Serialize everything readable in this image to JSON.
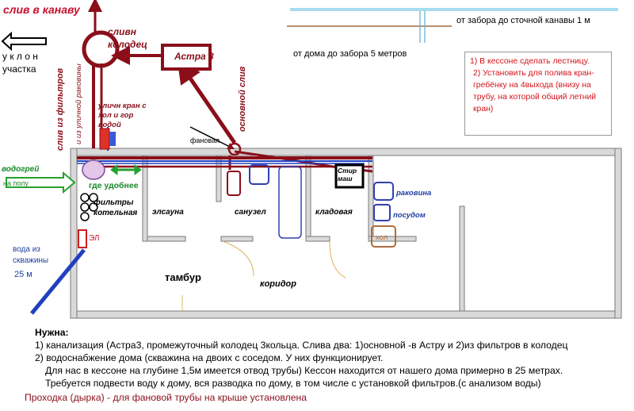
{
  "labels": {
    "sliv_v_kanavu": "слив в канаву",
    "sliv_kolodec": "сливн колодец",
    "astra": "Астра 3",
    "uklon": "у к л о н",
    "uchastka": "участка",
    "sliv_iz_filtrov": "слив из фильтров",
    "iz_ulichnoy": "и из уличной раковины",
    "ulichn_kran": "уличн кран с хол и гор водой",
    "osnovnoy_sliv": "основной слив",
    "fanovaya": "фановая",
    "vodogrey": "водогрей",
    "na_polu": "на полу",
    "gde_udobnee": "где удобнее",
    "filtry": "фильтры",
    "kotelnaya": "котельная",
    "elsauna": "элсауна",
    "sanuzel": "санузел",
    "kladovaya": "кладовая",
    "stir_mash": "Стир маш",
    "rakovina": "раковина",
    "posudom": "посудом",
    "hol": "хол",
    "el": "ЭЛ",
    "tambur": "тамбур",
    "koridor": "коридор",
    "voda_iz_skvazhiny": "вода из скважины",
    "depth_25": "25 м",
    "fence_to_ditch": "от забора до сточной канавы 1 м",
    "house_to_fence": "от дома до забора 5 метров"
  },
  "red_box": {
    "item1": "1) В кессоне сделать лестницу.",
    "item2": "2) Установить для полива кран-гребёнку на 4выхода (внизу на трубу, на которой общий летний кран)"
  },
  "notes": {
    "heading": "Нужна:",
    "line1": "1) канализация (Астра3, промежуточный колодец 3кольца. Слива два: 1)основной -в Астру и 2)из фильтров в колодец",
    "line2": "2) водоснабжение дома (скважина на двоих с соседом. У них функционирует.",
    "line3": "Для нас в кессоне на глубине 1,5м имеется отвод трубы) Кессон находится от нашего дома примерно в 25 метрах.",
    "line4": "Требуется подвести воду к дому, вся разводка по дому, в том числе с установкой фильтров.(с анализом воды)",
    "footer": "Проходка  (дырка) - для фановой трубы на крыше установлена"
  },
  "colors": {
    "pipe_red": "#8a0f1a",
    "pipe_blue": "#2040c0",
    "walls": "#7a7a7a",
    "green_arrow": "#27a02f",
    "alert_red": "#d4141a",
    "sky_line": "#a7dcef",
    "ground_line": "#a06a3c"
  }
}
